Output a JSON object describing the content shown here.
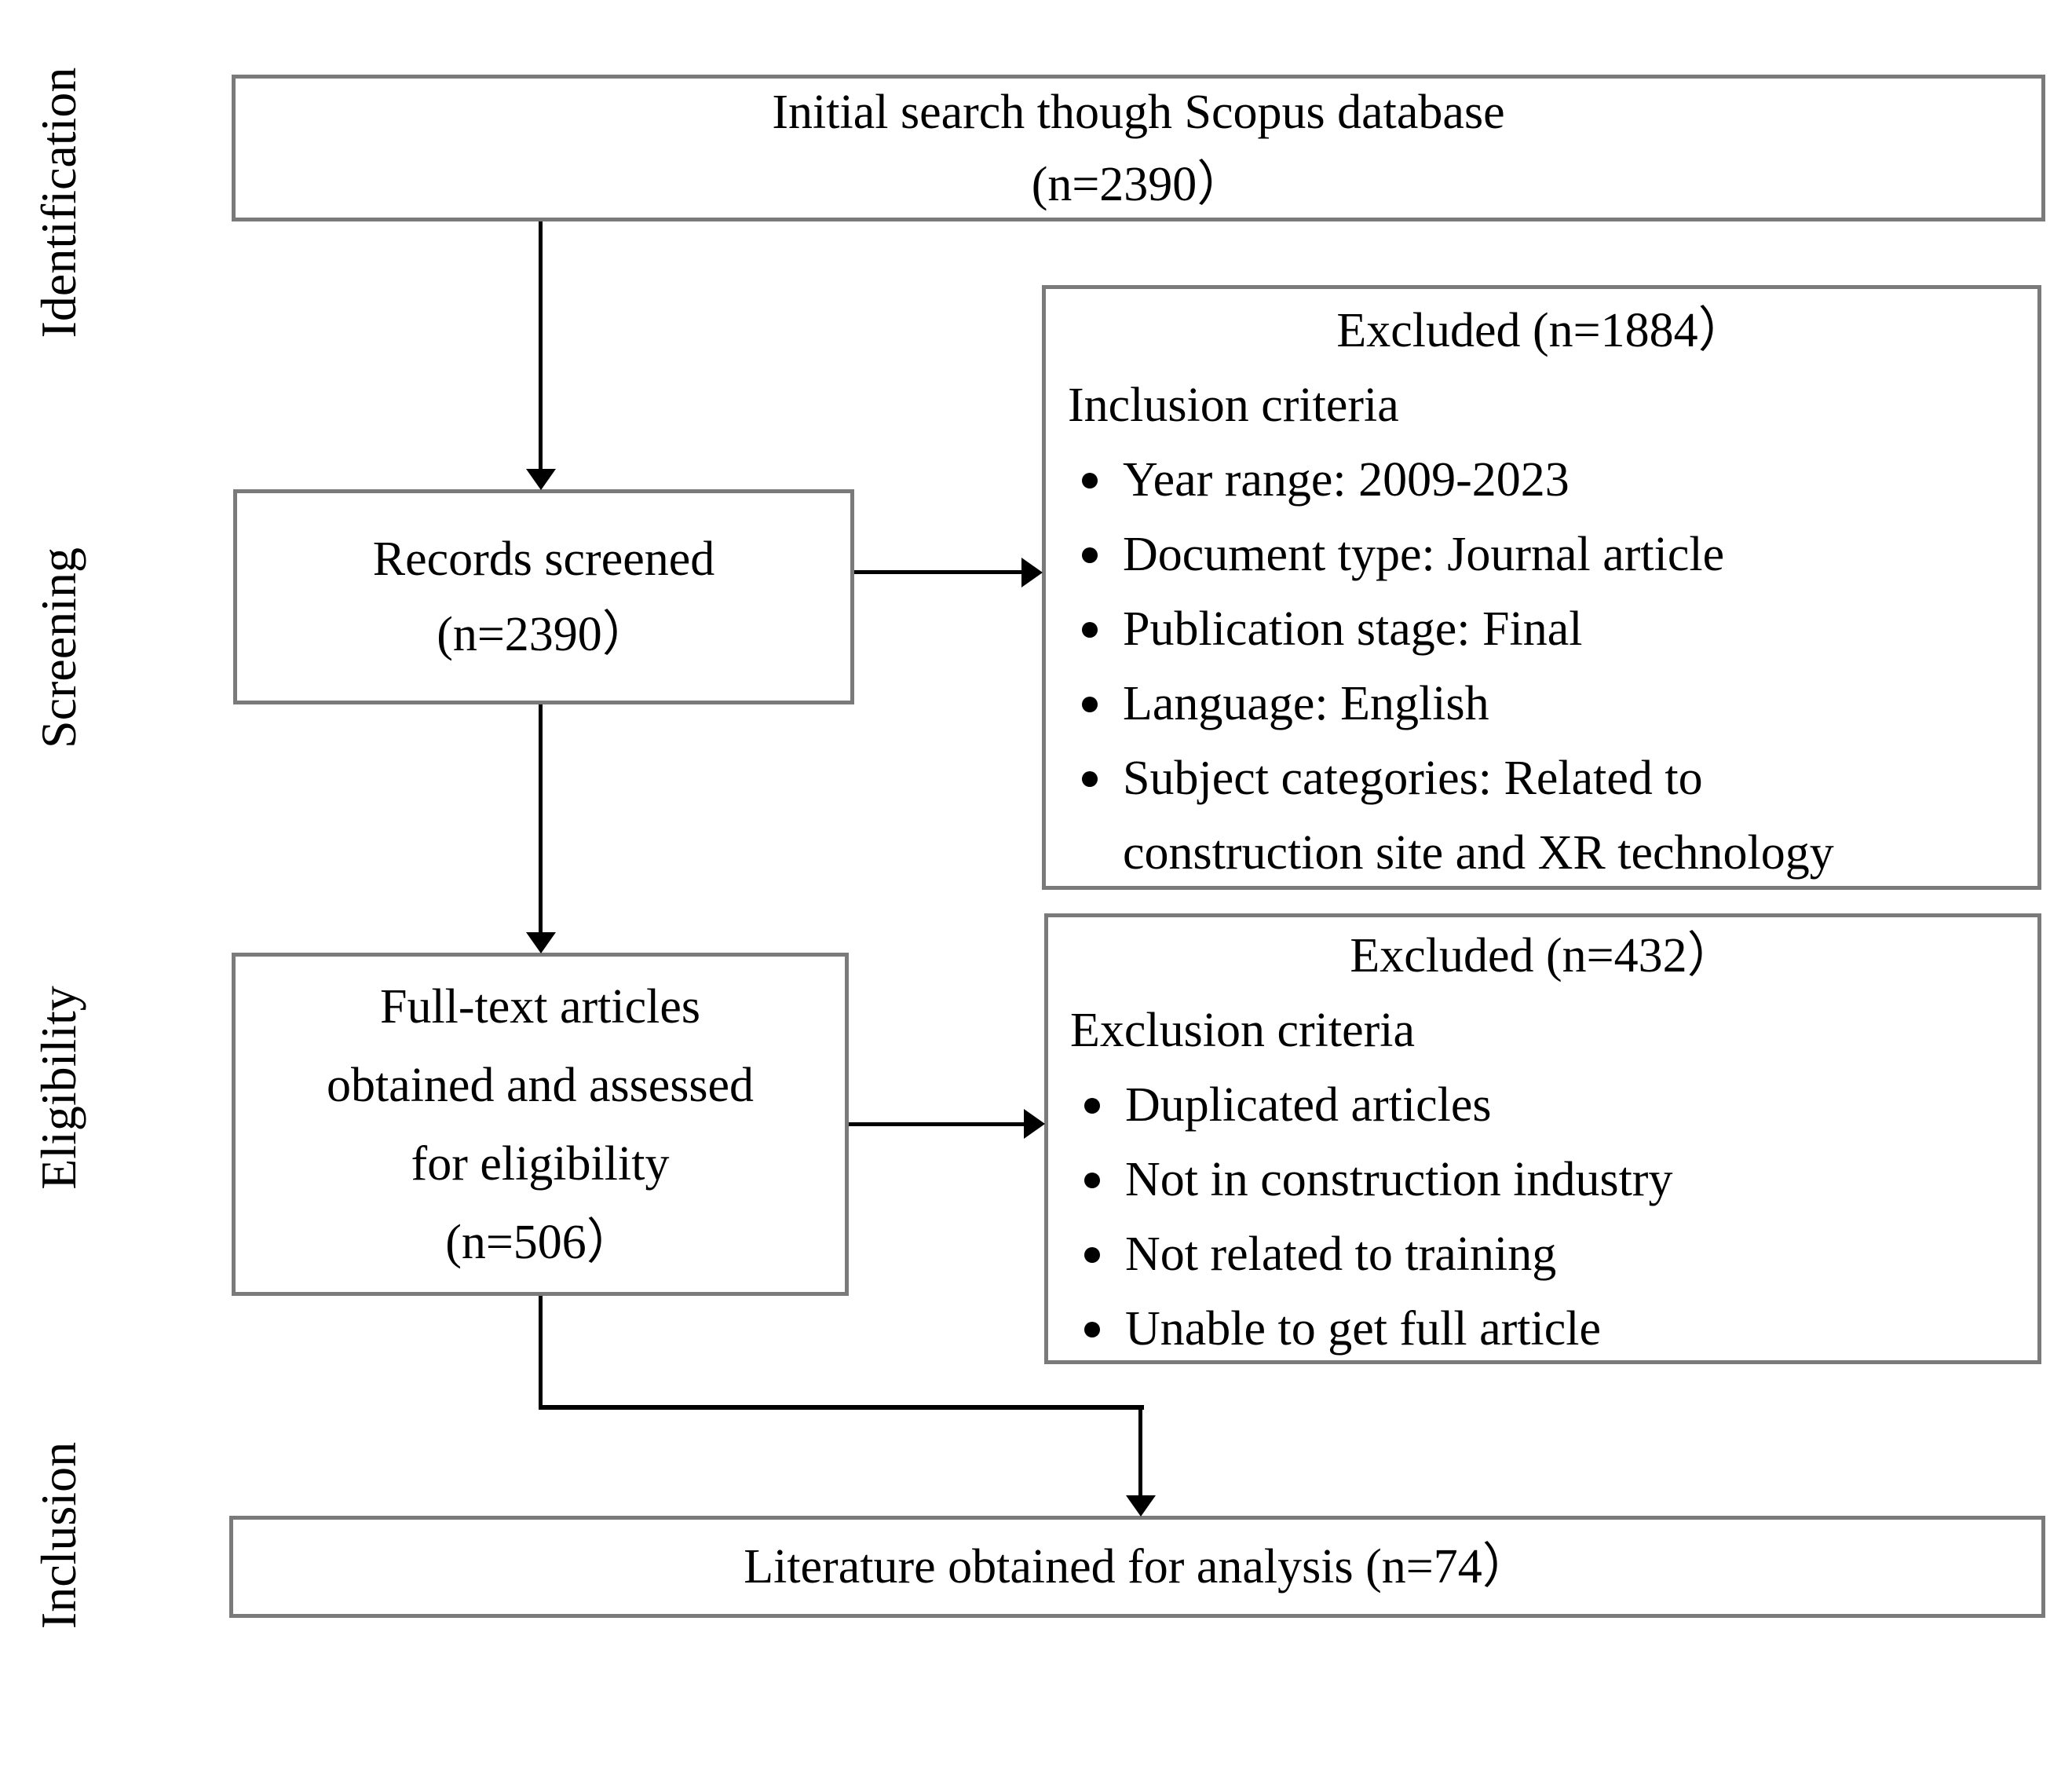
{
  "figure": {
    "type": "prisma-flow-diagram",
    "background": "#ffffff",
    "box_border_color": "#7a7a7a",
    "arrow_color": "#000000",
    "text_color": "#000000"
  },
  "stage_labels": [
    {
      "label": "Identification"
    },
    {
      "label": "Screening"
    },
    {
      "label": "Eligibility"
    },
    {
      "label": "Inclusion"
    }
  ],
  "boxes": {
    "initial": {
      "line1": "Initial search though Scopus database",
      "line2": "(n=2390）"
    },
    "screened": {
      "line1": "Records screened",
      "line2": "(n=2390）"
    },
    "excluded_screening": {
      "title": "Excluded (n=1884）",
      "subtitle": "Inclusion criteria",
      "bullets": [
        "Year range: 2009-2023",
        "Document type: Journal article",
        "Publication stage: Final",
        "Language: English",
        "Subject categories: Related to construction site and XR technology"
      ]
    },
    "fulltext": {
      "line1": "Full-text articles",
      "line2": "obtained and assessed",
      "line3": "for eligibility",
      "line4": "(n=506）"
    },
    "excluded_eligibility": {
      "title": "Excluded (n=432）",
      "subtitle": "Exclusion criteria",
      "bullets": [
        "Duplicated articles",
        "Not in construction industry",
        "Not related to training",
        "Unable to get full article"
      ]
    },
    "final": {
      "line1": "Literature obtained for analysis (n=74）"
    }
  }
}
